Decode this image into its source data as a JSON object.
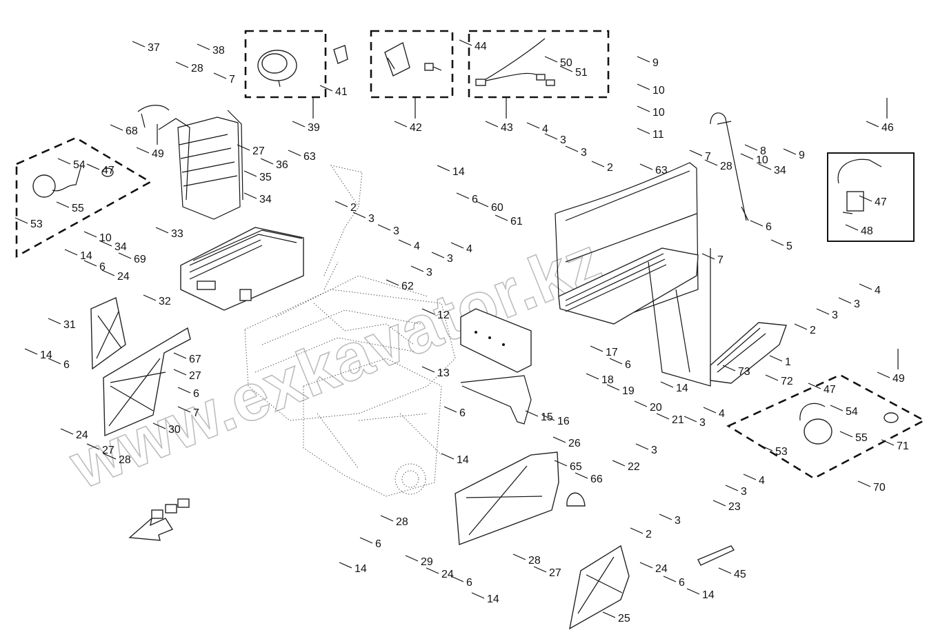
{
  "diagram": {
    "watermark": "www.exkavator.kz",
    "group_boxes": [
      {
        "label": "39"
      },
      {
        "label": "42"
      },
      {
        "label": "43"
      },
      {
        "label": "46"
      },
      {
        "label": "49"
      },
      {
        "label": "49"
      }
    ],
    "labels": [
      "37",
      "38",
      "28",
      "7",
      "68",
      "27",
      "63",
      "49",
      "54",
      "47",
      "55",
      "53",
      "36",
      "35",
      "34",
      "10",
      "34",
      "69",
      "33",
      "14",
      "6",
      "24",
      "32",
      "2",
      "3",
      "3",
      "4",
      "31",
      "67",
      "27",
      "6",
      "7",
      "14",
      "6",
      "24",
      "30",
      "27",
      "28",
      "41",
      "39",
      "42",
      "44",
      "50",
      "51",
      "43",
      "4",
      "3",
      "3",
      "2",
      "14",
      "6",
      "60",
      "61",
      "63",
      "9",
      "10",
      "10",
      "11",
      "8",
      "7",
      "28",
      "10",
      "34",
      "9",
      "6",
      "7",
      "5",
      "46",
      "47",
      "48",
      "4",
      "3",
      "3",
      "62",
      "12",
      "4",
      "3",
      "3",
      "2",
      "1",
      "17",
      "6",
      "14",
      "13",
      "18",
      "19",
      "15",
      "16",
      "20",
      "21",
      "6",
      "14",
      "26",
      "65",
      "66",
      "22",
      "3",
      "3",
      "4",
      "4",
      "3",
      "23",
      "3",
      "2",
      "73",
      "72",
      "47",
      "54",
      "55",
      "53",
      "71",
      "70",
      "49",
      "28",
      "6",
      "29",
      "14",
      "24",
      "6",
      "14",
      "28",
      "27",
      "24",
      "6",
      "14",
      "25",
      "45"
    ]
  }
}
